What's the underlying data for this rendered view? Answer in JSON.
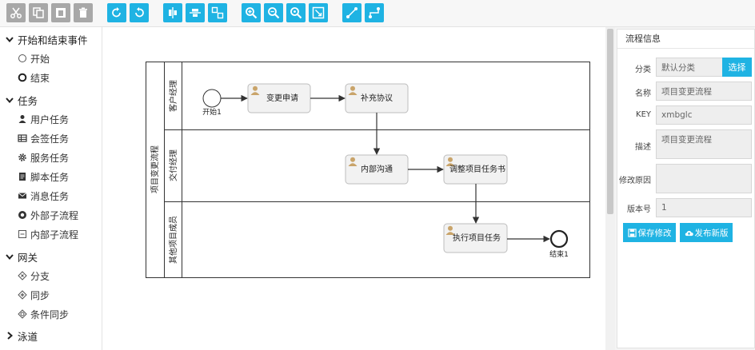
{
  "palette": {
    "start_end": {
      "label": "开始和结束事件",
      "items": [
        "开始",
        "结束"
      ]
    },
    "task": {
      "label": "任务",
      "items": [
        "用户任务",
        "会签任务",
        "服务任务",
        "脚本任务",
        "消息任务",
        "外部子流程",
        "内部子流程"
      ]
    },
    "gateway": {
      "label": "网关",
      "items": [
        "分支",
        "同步",
        "条件同步"
      ]
    },
    "lane": {
      "label": "泳道"
    }
  },
  "diagram": {
    "pool": "项目变更流程",
    "lanes": [
      "客户经理",
      "交付经理",
      "其他项目成员"
    ],
    "start_label": "开始1",
    "end_label": "结束1",
    "tasks": [
      "变更申请",
      "补充协议",
      "内部沟通",
      "调整项目任务书",
      "执行项目任务"
    ]
  },
  "props": {
    "title": "流程信息",
    "category_label": "分类",
    "category_value": "默认分类",
    "select_label": "选择",
    "name_label": "名称",
    "name_value": "项目变更流程",
    "key_label": "KEY",
    "key_value": "xmbglc",
    "desc_label": "描述",
    "desc_value": "项目变更流程",
    "reason_label": "修改原因",
    "reason_value": "",
    "version_label": "版本号",
    "version_value": "1",
    "save_label": "保存修改",
    "publish_label": "发布新版"
  },
  "colors": {
    "accent": "#1fb3e3",
    "toolbar_gray": "#a8a8a8",
    "task_fill": "#f2f2f2",
    "user_icon": "#c9a46a"
  }
}
